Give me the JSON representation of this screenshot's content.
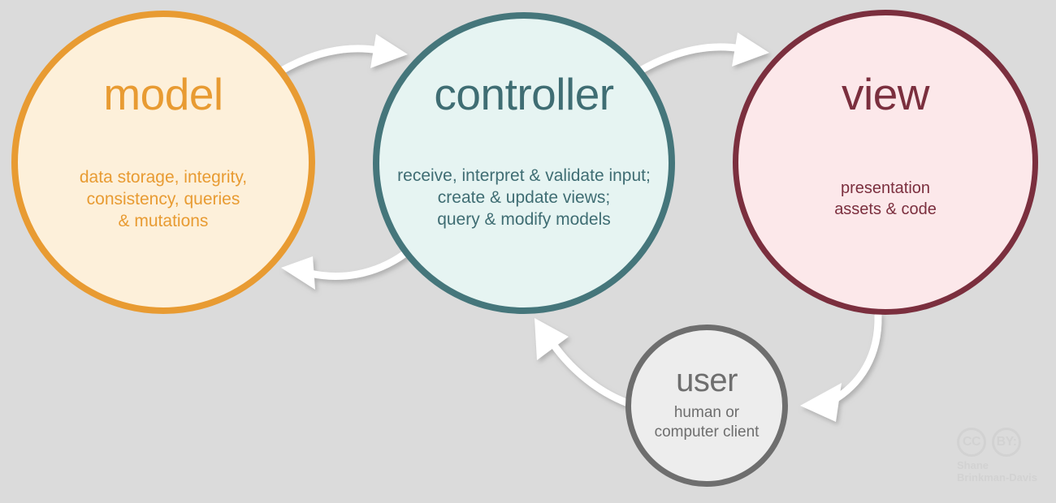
{
  "diagram": {
    "background_color": "#dbdbdb",
    "nodes": [
      {
        "id": "model",
        "title": "model",
        "description": "data storage, integrity,\nconsistency, queries\n& mutations",
        "border_color": "#e89b32",
        "fill_color": "#fdf0da",
        "text_color": "#e89b32"
      },
      {
        "id": "controller",
        "title": "controller",
        "description": "receive, interpret & validate input;\ncreate & update views;\nquery & modify models",
        "border_color": "#45767b",
        "fill_color": "#e6f4f2",
        "text_color": "#3f6d73"
      },
      {
        "id": "view",
        "title": "view",
        "description": "presentation\nassets & code",
        "border_color": "#7b2f3e",
        "fill_color": "#fce8ea",
        "text_color": "#7b2f3e"
      },
      {
        "id": "user",
        "title": "user",
        "description": "human or\ncomputer client",
        "border_color": "#6e6e6e",
        "fill_color": "#ededed",
        "text_color": "#6e6e6e"
      }
    ],
    "arrows": [
      {
        "id": "model-to-controller",
        "from": "model",
        "to": "controller",
        "color": "#ffffff"
      },
      {
        "id": "controller-to-model",
        "from": "controller",
        "to": "model",
        "color": "#ffffff"
      },
      {
        "id": "controller-to-view",
        "from": "controller",
        "to": "view",
        "color": "#ffffff"
      },
      {
        "id": "view-to-user",
        "from": "view",
        "to": "user",
        "color": "#ffffff"
      },
      {
        "id": "user-to-controller",
        "from": "user",
        "to": "controller",
        "color": "#ffffff"
      }
    ]
  },
  "credit": {
    "cc_label": "CC",
    "by_label": "BY:",
    "name": "Shane\nBrinkman-Davis",
    "color": "#d2d2d2"
  }
}
